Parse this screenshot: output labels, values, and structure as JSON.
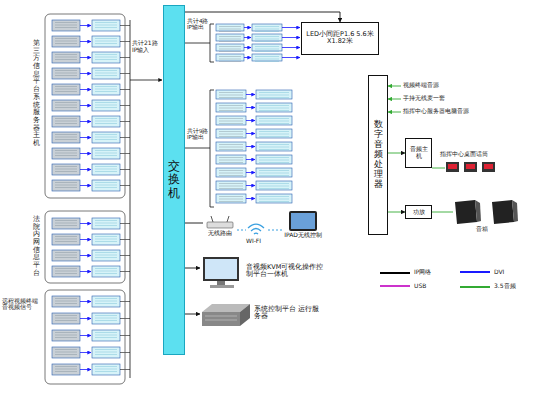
{
  "diagram": {
    "nodes": [
      {
        "text": [
          "交换机"
        ]
      },
      {
        "text": [
          "LED小间距P1.6 5.6米X1.82米"
        ]
      },
      {
        "text": [
          "无线路由"
        ]
      },
      {
        "text": [
          "IPAD无线控制"
        ]
      },
      {
        "text": [
          "音视频KVM可视化操作控制平台一体机"
        ]
      },
      {
        "text": [
          "系统控制平台 运行服务器"
        ]
      },
      {
        "text": [
          "数字音频处理器"
        ]
      },
      {
        "text": [
          "音频主机"
        ]
      },
      {
        "text": [
          "功放"
        ]
      }
    ],
    "edges": [
      {
        "from": 0,
        "to": 1,
        "arrow": "to"
      },
      {
        "from": 0,
        "to": 2,
        "arrow": "none"
      },
      {
        "from": 0,
        "to": 4,
        "arrow": "to"
      },
      {
        "from": 0,
        "to": 5,
        "arrow": "to"
      },
      {
        "from": 6,
        "to": 7,
        "arrow": "to"
      },
      {
        "from": 6,
        "to": 8,
        "arrow": "to"
      }
    ],
    "labels": [
      "第三方信息平台系统服务器主机",
      "法院内网信息平台",
      "远程视频终端音视频信号",
      "共计21路 IP输入",
      "共计4路 IP输出",
      "共计9路 IP输出",
      "WI-FI",
      "视频终端音源",
      "手持无线麦一套",
      "指挥中心服务器电脑音源",
      "指挥中心桌面话筒",
      "音箱"
    ],
    "legend": [
      {
        "text": "IP网络",
        "color": "#000000"
      },
      {
        "text": "DVI",
        "color": "#1a1aff"
      },
      {
        "text": "USB",
        "color": "#cc33cc"
      },
      {
        "text": "3.5音频",
        "color": "#33aa33"
      }
    ]
  }
}
